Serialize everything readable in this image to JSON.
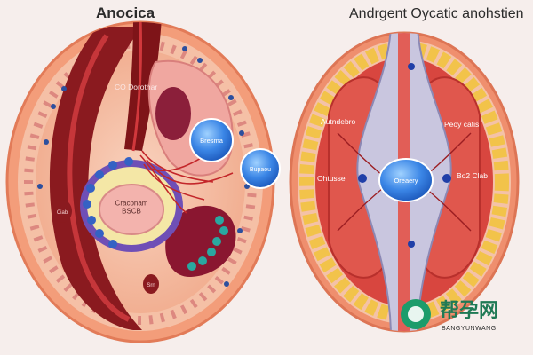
{
  "left_panel": {
    "title": "Anocica",
    "labels": {
      "top": "CO Dorothar",
      "center": "Craconam\nBSCB",
      "bubble_a": "Bresma",
      "bubble_b": "Bupaou",
      "side_small": "Ciab",
      "bottom_small": "Srn"
    }
  },
  "right_panel": {
    "title": "Andrgent Oycatic anohstien",
    "labels": {
      "upper_left": "Autndebro",
      "upper_right": "Peoy catis",
      "middle_left": "Ohtusse",
      "center": "Oreaery",
      "middle_right": "Bo2 Clab"
    }
  },
  "watermark": {
    "brand": "帮孕网",
    "sub": "BANGYUNWANG"
  },
  "colors": {
    "background": "#f6eeec",
    "tissue": "#f1b49a",
    "outer_ring": "#ef8f6e",
    "dark_red": "#7e1418",
    "vessel_red": "#c3262a",
    "cell_blue": "#3462c4",
    "cell_purple": "#7a4fb8",
    "follicle_yellow": "#f2c34a",
    "bubble_blue": "#2a73d8",
    "teal": "#2aa7a0"
  }
}
